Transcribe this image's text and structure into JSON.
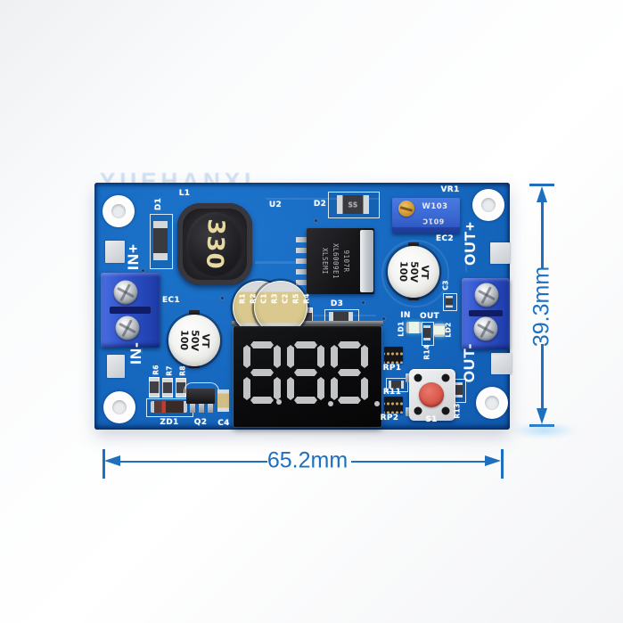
{
  "watermark": "YUEHANXI",
  "dimensions": {
    "width": "65.2mm",
    "height": "39.3mm"
  },
  "colors": {
    "board_blue": "#1566bd",
    "dimension_blue": "#1e6fbe",
    "terminal_blue": "#3356cd",
    "display_segment": "#cbcdd0",
    "button_red": "#d9584b",
    "silkscreen": "#ffffff",
    "inductor_text": "#e8d8a2"
  },
  "board": {
    "ports": {
      "in_plus": "IN+",
      "in_minus": "IN-",
      "out_plus": "OUT+",
      "out_minus": "OUT-"
    },
    "refs": {
      "d1": "D1",
      "l1": "L1",
      "u2": "U2",
      "d2": "D2",
      "vr1": "VR1",
      "ec1": "EC1",
      "ec2": "EC2",
      "c3": "C3",
      "d3": "D3",
      "r6": "R6",
      "r7": "R7",
      "r8": "R8",
      "zd1": "ZD1",
      "q2": "Q2",
      "c4": "C4",
      "in_led": "IN",
      "out_led": "OUT",
      "ld1": "LD1",
      "ld2": "LD2",
      "r14": "R14",
      "rp1": "RP1",
      "r11": "R11",
      "rp2": "RP2",
      "s1": "S1",
      "r13": "R13"
    },
    "resistor_row": [
      "R1",
      "R2",
      "C1",
      "R3",
      "C2",
      "R5",
      "R4"
    ],
    "inductor": {
      "value": "330"
    },
    "ic": {
      "line1": "XLSEMI",
      "line2": "XL6009E1",
      "line3": "9107R"
    },
    "trimmer": {
      "top": "W103",
      "bottom": "601C"
    },
    "diode_d2_marking": "SS",
    "cap_marking": {
      "l1": "100",
      "l2": "50V",
      "l3": "VT"
    }
  },
  "display": {
    "digit_count": "3",
    "state": "unlit"
  }
}
